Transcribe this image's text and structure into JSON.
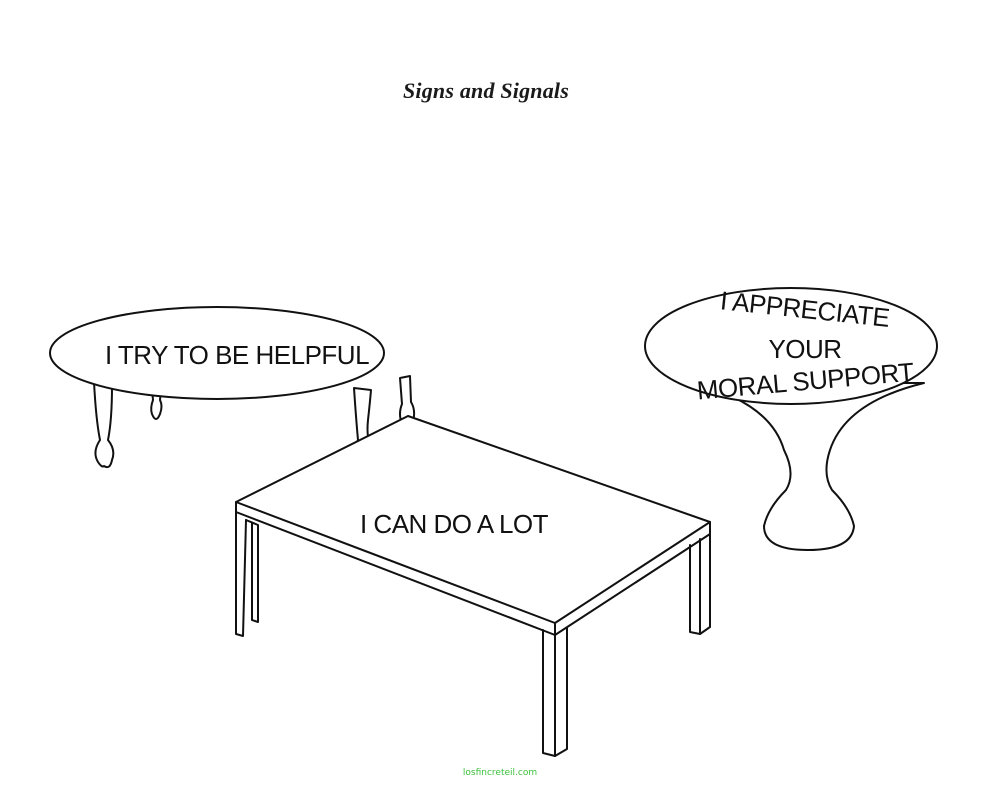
{
  "page": {
    "title": "Signs and Signals"
  },
  "tables": {
    "oval_table": {
      "text": "I TRY TO BE HELPFUL"
    },
    "coffee_table": {
      "text": "I CAN DO A LOT"
    },
    "pedestal_table": {
      "line1": "I APPRECIATE",
      "line2": "YOUR",
      "line3": "MORAL SUPPORT"
    }
  },
  "footer": {
    "watermark": "losfincreteil.com"
  }
}
